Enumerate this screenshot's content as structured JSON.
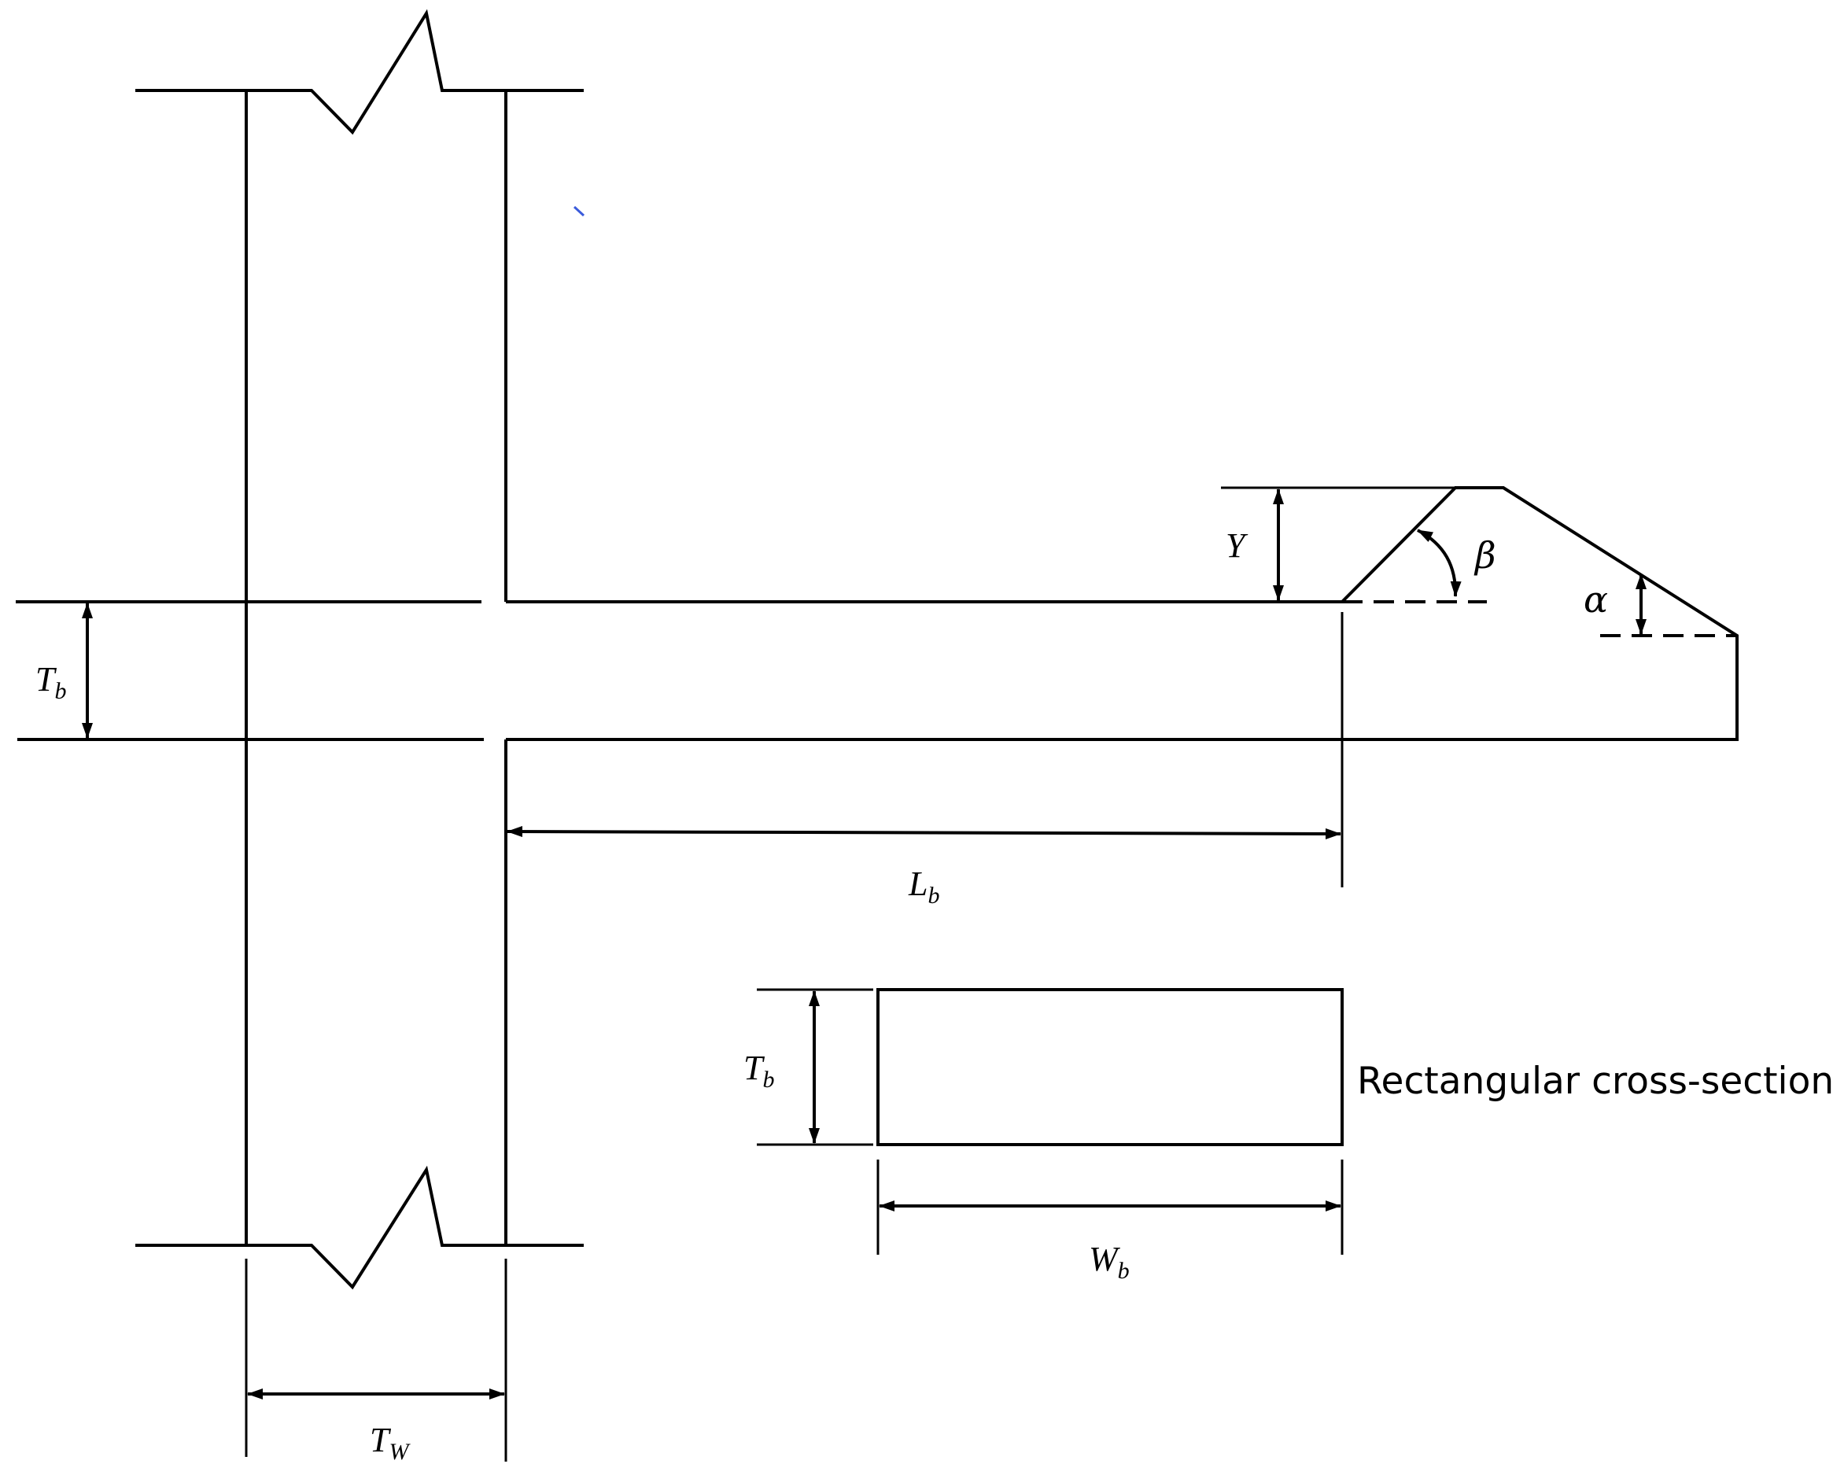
{
  "labels": {
    "tb_main": {
      "base": "T",
      "sub": "b"
    },
    "lb": {
      "base": "L",
      "sub": "b"
    },
    "tw": {
      "base": "T",
      "sub": "W"
    },
    "tb_section": {
      "base": "T",
      "sub": "b"
    },
    "wb": {
      "base": "W",
      "sub": "b"
    },
    "y": "Y",
    "beta": "β",
    "alpha": "α",
    "section_caption": "Rectangular cross-section"
  }
}
